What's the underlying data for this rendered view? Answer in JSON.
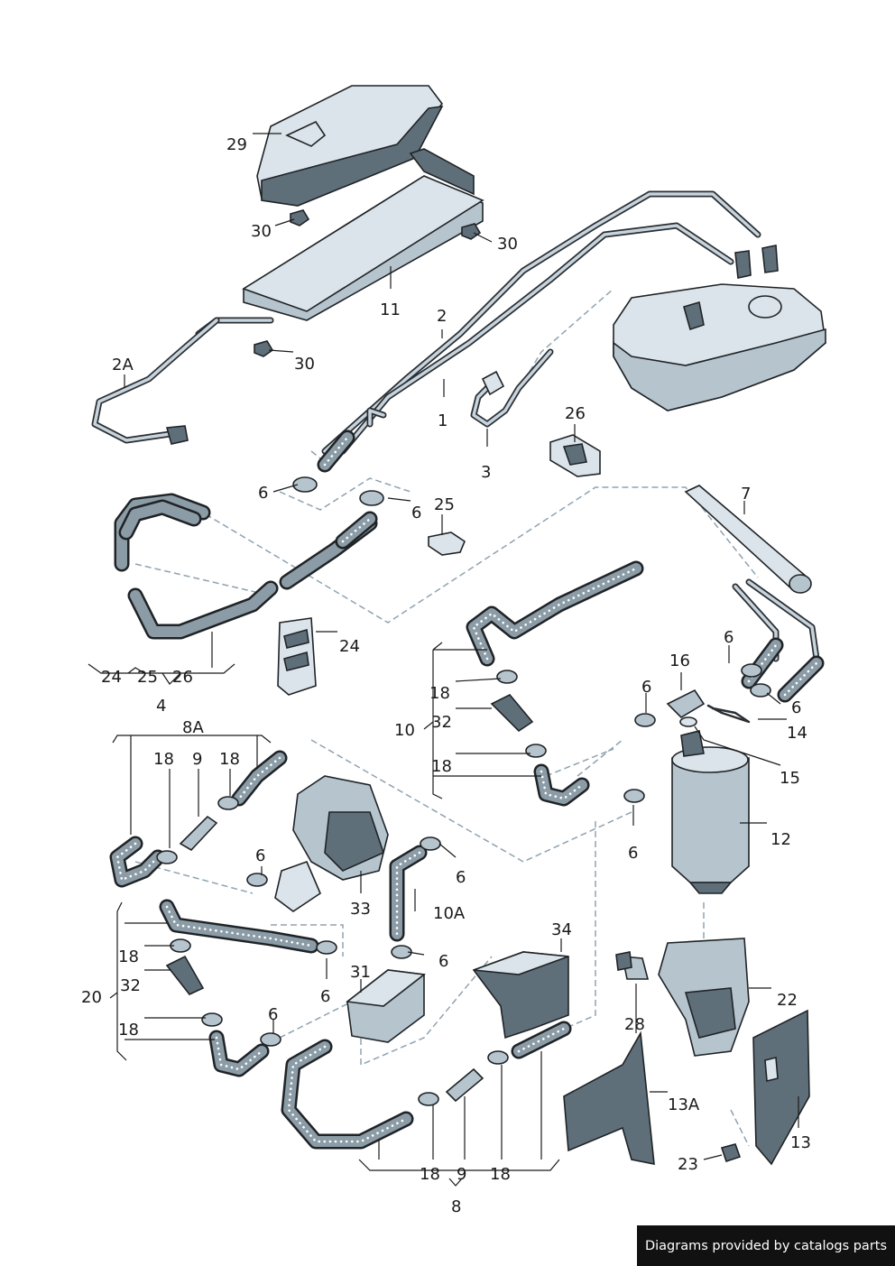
{
  "diagram": {
    "part_labels": [
      "29",
      "30",
      "30",
      "30",
      "11",
      "2",
      "2A",
      "1",
      "3",
      "26",
      "6",
      "6",
      "25",
      "7",
      "24",
      "24",
      "25",
      "26",
      "4",
      "16",
      "6",
      "6",
      "6",
      "14",
      "15",
      "18",
      "32",
      "18",
      "10",
      "8A",
      "18",
      "9",
      "18",
      "6",
      "33",
      "6",
      "10A",
      "6",
      "12",
      "6",
      "20",
      "18",
      "32",
      "18",
      "6",
      "31",
      "6",
      "34",
      "28",
      "22",
      "13A",
      "13",
      "23",
      "18",
      "9",
      "18",
      "8"
    ]
  },
  "footer": {
    "text": "Diagrams provided by catalogs parts"
  }
}
